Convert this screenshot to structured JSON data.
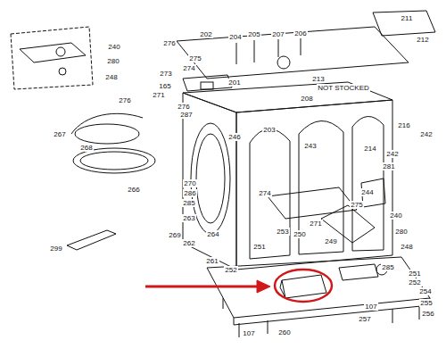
{
  "diagram": {
    "labels": [
      "202",
      "276",
      "204",
      "205",
      "207",
      "206",
      "211",
      "212",
      "240",
      "280",
      "248",
      "275",
      "274",
      "273",
      "165",
      "271",
      "276",
      "287",
      "201",
      "213",
      "NOT STOCKED",
      "208",
      "276",
      "267",
      "268",
      "203",
      "246",
      "266",
      "216",
      "242",
      "281",
      "243",
      "214",
      "242",
      "270",
      "286",
      "285",
      "263",
      "264",
      "269",
      "262",
      "274",
      "271",
      "275",
      "244",
      "240",
      "280",
      "248",
      "253",
      "250",
      "249",
      "285",
      "299",
      "261",
      "251",
      "252",
      "251",
      "252",
      "254",
      "255",
      "256",
      "257",
      "107",
      "260",
      "107"
    ]
  }
}
